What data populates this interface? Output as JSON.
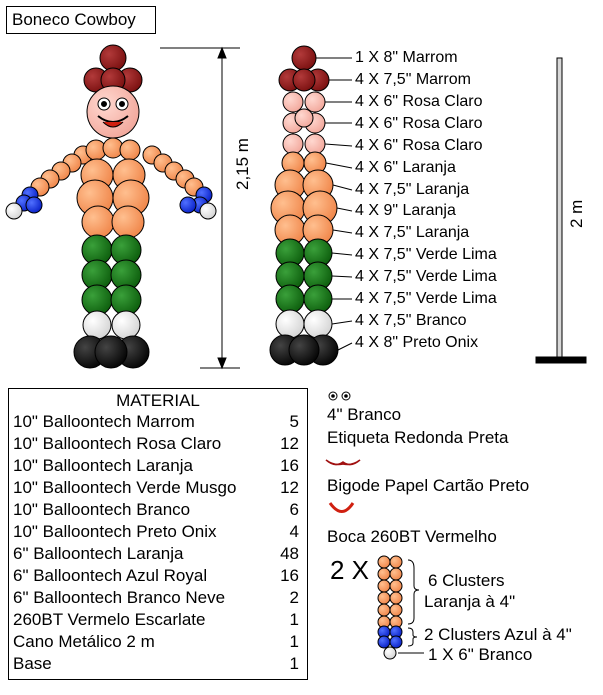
{
  "title": "Boneco Cowboy",
  "height_label": "2,15 m",
  "pole_label": "2 m",
  "balloon_labels": [
    "1 X 8\" Marrom",
    "4 X 7,5\" Marrom",
    "4 X 6\" Rosa Claro",
    "4 X 6\" Rosa Claro",
    "4 X 6\" Rosa Claro",
    "4 X 6\" Laranja",
    "4 X 7,5\" Laranja",
    "4 X 9\" Laranja",
    "4 X 7,5\" Laranja",
    "4 X 7,5\" Verde Lima",
    "4 X 7,5\" Verde Lima",
    "4 X 7,5\" Verde Lima",
    "4 X 7,5\" Branco",
    "4 X 8\" Preto Onix"
  ],
  "material": {
    "heading": "MATERIAL",
    "items": [
      {
        "name": "10\" Balloontech Marrom",
        "qty": "5"
      },
      {
        "name": "10\" Balloontech Rosa Claro",
        "qty": "12"
      },
      {
        "name": "10\" Balloontech Laranja",
        "qty": "16"
      },
      {
        "name": "10\" Balloontech Verde Musgo",
        "qty": "12"
      },
      {
        "name": "10\" Balloontech Branco",
        "qty": "6"
      },
      {
        "name": "10\" Balloontech Preto Onix",
        "qty": "4"
      },
      {
        "name": "6\" Balloontech Laranja",
        "qty": "48"
      },
      {
        "name": "6\" Balloontech Azul Royal",
        "qty": "16"
      },
      {
        "name": "6\" Balloontech Branco Neve",
        "qty": "2"
      },
      {
        "name": "260BT Vermelo Escarlate",
        "qty": "1"
      },
      {
        "name": "Cano Metálico 2 m",
        "qty": "1"
      },
      {
        "name": "Base",
        "qty": "1"
      }
    ]
  },
  "legend": {
    "eyes_size": "4\" Branco",
    "eyes_label": "Etiqueta Redonda Preta",
    "mustache": "Bigode Papel Cartão Preto",
    "mouth": "Boca 260BT Vermelho",
    "arm_multiplier": "2 X",
    "orange_clusters": "6 Clusters",
    "orange_clusters_2": "Laranja à 4\"",
    "blue_clusters": "2 Clusters Azul à 4\"",
    "white_tip": "1 X 6\" Branco"
  },
  "colors": {
    "maroon": "#8b1a1a",
    "pink": "#f7b7ad",
    "orange": "#f79a5e",
    "green": "#1a7a1a",
    "white": "#ececec",
    "black": "#111111",
    "blue": "#1030e0",
    "red": "#d02010"
  }
}
